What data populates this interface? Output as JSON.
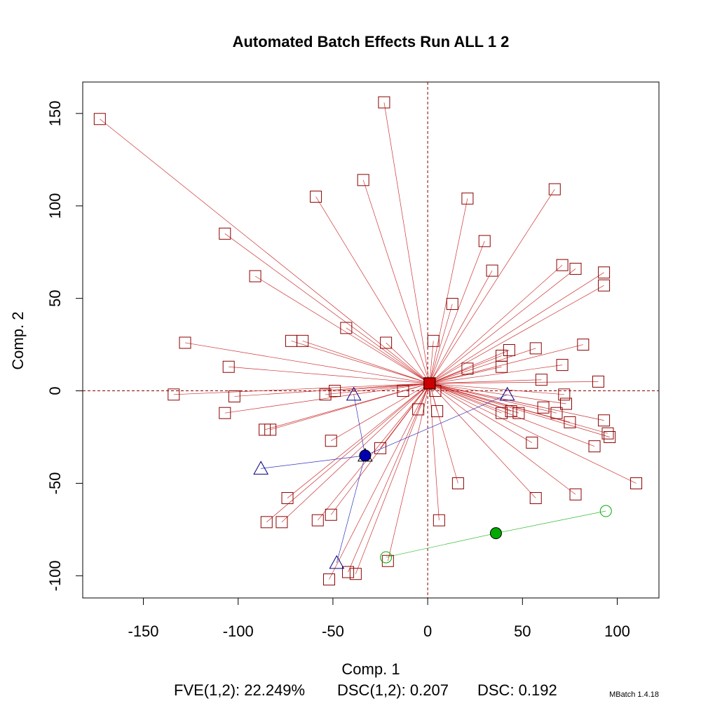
{
  "chart_data": {
    "type": "scatter",
    "title": "Automated Batch Effects Run ALL 1 2",
    "xlabel": "Comp. 1",
    "ylabel": "Comp. 2",
    "xlim": [
      -182,
      122
    ],
    "ylim": [
      -112,
      167
    ],
    "x_ticks": [
      -150,
      -100,
      -50,
      0,
      50,
      100
    ],
    "y_ticks": [
      -100,
      -50,
      0,
      50,
      100,
      150
    ],
    "reference_lines": {
      "x": 0,
      "y": 0
    },
    "stats": {
      "fve": "FVE(1,2): 22.249%",
      "dsc12": "DSC(1,2): 0.207",
      "dsc": "DSC: 0.192"
    },
    "version": "MBatch 1.4.18",
    "groups": [
      {
        "marker": "square",
        "color": "#8b0000",
        "line_color": "#cc3333",
        "centroid": [
          1,
          4
        ],
        "points": [
          [
            -173,
            147
          ],
          [
            -23,
            156
          ],
          [
            -34,
            114
          ],
          [
            -59,
            105
          ],
          [
            21,
            104
          ],
          [
            67,
            109
          ],
          [
            -107,
            85
          ],
          [
            30,
            81
          ],
          [
            34,
            65
          ],
          [
            71,
            68
          ],
          [
            78,
            66
          ],
          [
            93,
            64
          ],
          [
            93,
            57
          ],
          [
            -91,
            62
          ],
          [
            13,
            47
          ],
          [
            -43,
            34
          ],
          [
            -72,
            27
          ],
          [
            -66,
            27
          ],
          [
            -22,
            26
          ],
          [
            3,
            27
          ],
          [
            -128,
            26
          ],
          [
            82,
            25
          ],
          [
            57,
            23
          ],
          [
            43,
            22
          ],
          [
            39,
            19
          ],
          [
            -105,
            13
          ],
          [
            21,
            12
          ],
          [
            39,
            13
          ],
          [
            71,
            14
          ],
          [
            60,
            6
          ],
          [
            90,
            5
          ],
          [
            -134,
            -2
          ],
          [
            -102,
            -3
          ],
          [
            -49,
            0
          ],
          [
            -54,
            -2
          ],
          [
            -13,
            0
          ],
          [
            4,
            0
          ],
          [
            72,
            -2
          ],
          [
            73,
            -7
          ],
          [
            61,
            -9
          ],
          [
            -5,
            -10
          ],
          [
            5,
            -11
          ],
          [
            39,
            -12
          ],
          [
            44,
            -11
          ],
          [
            48,
            -12
          ],
          [
            68,
            -12
          ],
          [
            93,
            -16
          ],
          [
            75,
            -17
          ],
          [
            -107,
            -12
          ],
          [
            -86,
            -21
          ],
          [
            -83,
            -21
          ],
          [
            95,
            -23
          ],
          [
            96,
            -25
          ],
          [
            -51,
            -27
          ],
          [
            55,
            -28
          ],
          [
            88,
            -30
          ],
          [
            -25,
            -31
          ],
          [
            16,
            -50
          ],
          [
            110,
            -50
          ],
          [
            -74,
            -58
          ],
          [
            57,
            -58
          ],
          [
            78,
            -56
          ],
          [
            -85,
            -71
          ],
          [
            -77,
            -71
          ],
          [
            -58,
            -70
          ],
          [
            -51,
            -67
          ],
          [
            6,
            -70
          ],
          [
            -21,
            -92
          ],
          [
            -42,
            -98
          ],
          [
            -38,
            -99
          ],
          [
            -52,
            -102
          ]
        ]
      },
      {
        "marker": "triangle",
        "color": "#000080",
        "line_color": "#3333bb",
        "centroid_fill": "#0000b0",
        "centroid": [
          -33,
          -35
        ],
        "points": [
          [
            -39,
            -2
          ],
          [
            42,
            -2
          ],
          [
            -88,
            -42
          ],
          [
            -48,
            -93
          ]
        ]
      },
      {
        "marker": "circle",
        "color": "#00aa00",
        "line_color": "#33bb33",
        "centroid_fill": "#00aa00",
        "centroid": [
          36,
          -77
        ],
        "points": [
          [
            -22,
            -90
          ],
          [
            94,
            -65
          ]
        ]
      }
    ]
  }
}
